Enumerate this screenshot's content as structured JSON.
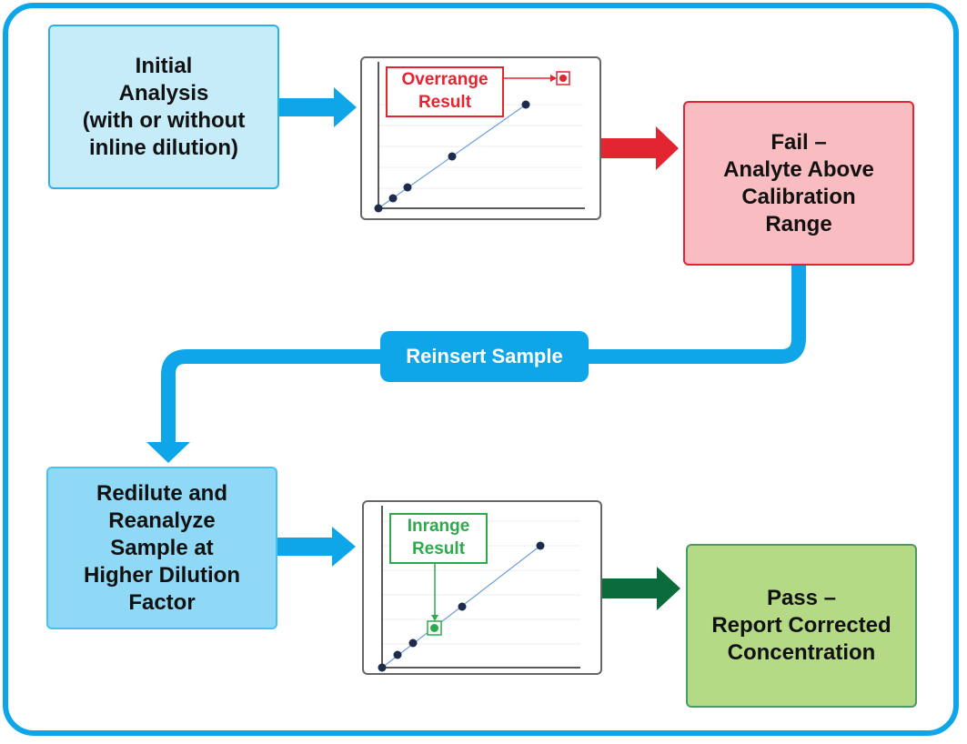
{
  "boxes": {
    "initial": "Initial\nAnalysis\n(with or without\ninline dilution)",
    "fail": "Fail –\nAnalyte Above\nCalibration\nRange",
    "redilute": "Redilute and\nReanalyze\nSample at\nHigher Dilution\nFactor",
    "pass": "Pass –\nReport Corrected\nConcentration"
  },
  "charts": {
    "overrange_label": "Overrange\nResult",
    "inrange_label": "Inrange\nResult"
  },
  "connector": {
    "label": "Reinsert Sample"
  },
  "colors": {
    "blue": "#0ea5e9",
    "red": "#e22531",
    "green": "#2eaa4d",
    "dark_green": "#0b6b3a",
    "point": "#1d2b4f",
    "line": "#6a9fd8"
  }
}
